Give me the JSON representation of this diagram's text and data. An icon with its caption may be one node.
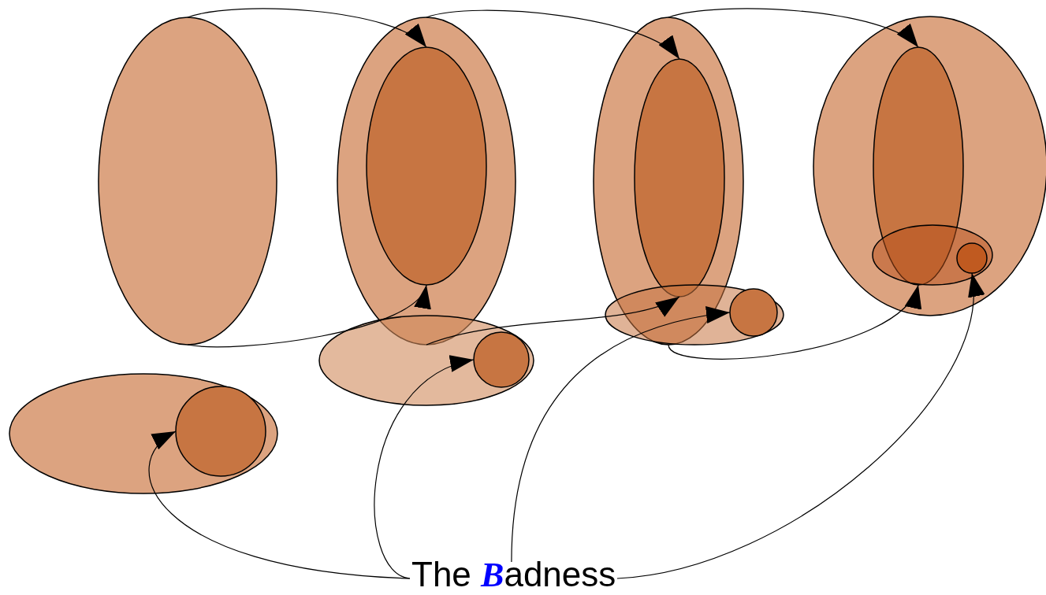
{
  "diagram": {
    "nodes": [
      {
        "text": [],
        "shape": "ellipse"
      },
      {
        "text": [],
        "shape": "ellipse"
      },
      {
        "text": [],
        "shape": "ellipse",
        "in": 1
      },
      {
        "text": [],
        "shape": "ellipse"
      },
      {
        "text": [],
        "shape": "ellipse",
        "in": 3
      },
      {
        "text": [],
        "shape": "ellipse"
      },
      {
        "text": [],
        "shape": "ellipse",
        "in": 5
      },
      {
        "text": [],
        "shape": "ellipse",
        "in": 5
      },
      {
        "text": [],
        "shape": "circle",
        "in": 7
      },
      {
        "text": [],
        "shape": "ellipse"
      },
      {
        "text": [],
        "shape": "circle",
        "in": 9
      },
      {
        "text": [],
        "shape": "ellipse"
      },
      {
        "text": [],
        "shape": "circle",
        "in": 11
      },
      {
        "text": [],
        "shape": "ellipse"
      },
      {
        "text": [],
        "shape": "circle",
        "in": 13
      },
      {
        "text": [
          "The Badness"
        ]
      }
    ],
    "edges": [
      {
        "from": 0,
        "to": 2,
        "arrow": "to"
      },
      {
        "from": 1,
        "to": 4,
        "arrow": "to"
      },
      {
        "from": 3,
        "to": 6,
        "arrow": "to"
      },
      {
        "from": 0,
        "to": 2,
        "arrow": "to"
      },
      {
        "from": 1,
        "to": 4,
        "arrow": "to"
      },
      {
        "from": 3,
        "to": 6,
        "arrow": "to"
      },
      {
        "from": 15,
        "to": 14,
        "arrow": "to"
      },
      {
        "from": 15,
        "to": 12,
        "arrow": "to"
      },
      {
        "from": 15,
        "to": 10,
        "arrow": "to"
      },
      {
        "from": 15,
        "to": 8,
        "arrow": "to"
      }
    ]
  }
}
